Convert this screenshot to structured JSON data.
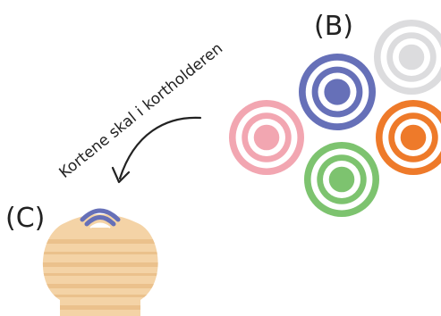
{
  "labels": {
    "b": "(B)",
    "c": "(C)",
    "instruction": "Kortene skal i kortholderen"
  },
  "discs": [
    {
      "name": "gray-target-disc",
      "color": "#dcdcde"
    },
    {
      "name": "blue-target-disc",
      "color": "#6670b8"
    },
    {
      "name": "pink-target-disc",
      "color": "#f2a6b1"
    },
    {
      "name": "orange-target-disc",
      "color": "#ee7a2a"
    },
    {
      "name": "green-target-disc",
      "color": "#7dc36f"
    }
  ],
  "card_holder": {
    "wood_color": "#f4d3a6",
    "stripe_color": "#e8bd86",
    "card_color": "#6670b8"
  },
  "arrow_icon": "curved-arrow-icon"
}
